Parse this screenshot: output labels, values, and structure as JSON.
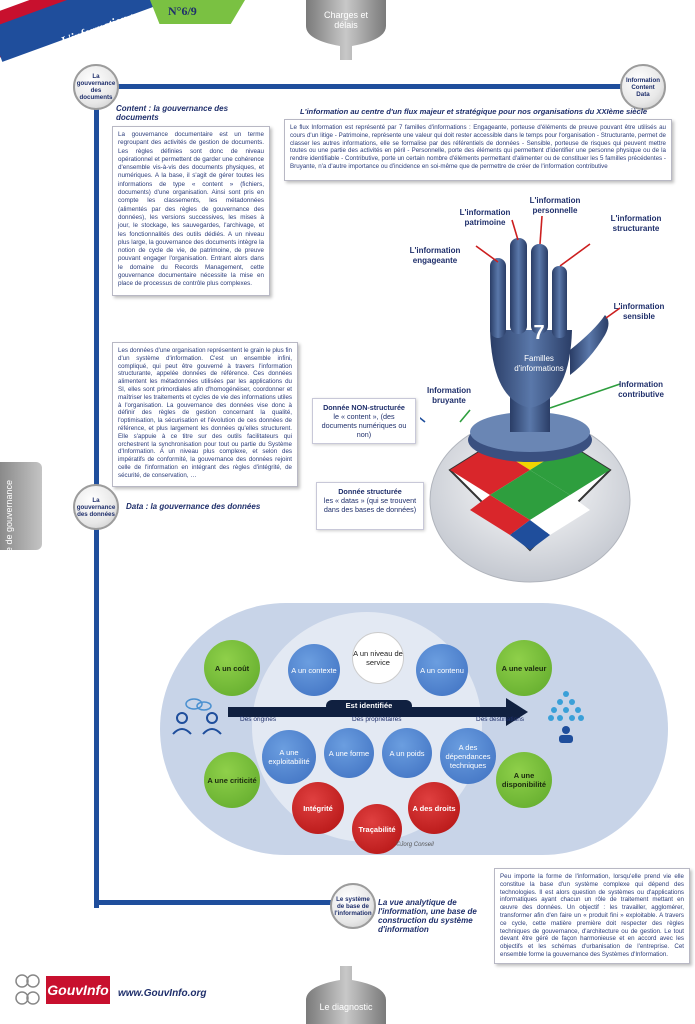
{
  "header": {
    "title_line1": "L'information :",
    "title_line2": "le « content » et les « datas »",
    "issue_number": "N°6/9"
  },
  "funnels": {
    "top_label": "Charges et délais",
    "bottom_label": "Le diagnostic"
  },
  "side_tab": {
    "label": "Modèle de gouvernance"
  },
  "nodes": {
    "docs": "La gouvernance des documents",
    "info_content": "Information Content Data",
    "donnees": "La gouvernance des données",
    "systeme": "Le système de base de l'information"
  },
  "sections": {
    "content_title": "Content : la gouvernance des documents",
    "content_text": "La gouvernance documentaire est un terme regroupant des activités de gestion de documents. Les règles définies sont donc de niveau opérationnel et permettent de garder une cohérence d'ensemble vis-à-vis des documents physiques, et numériques. A la base, il s'agit de gérer toutes les informations de type « content » (fichiers, documents) d'une organisation. Ainsi sont pris en compte les classements, les métadonnées (alimentés par des règles de gouvernance des données), les versions successives, les mises à jour, le stockage, les sauvegardes, l'archivage, et les fonctionnalités des outils dédiés. A un niveau plus large, la gouvernance des documents intègre la notion de cycle de vie, de patrimoine, de preuve pouvant engager l'organisation. Entrant alors dans le domaine du Records Management, cette gouvernance documentaire nécessite la mise en place de processus de contrôle plus complexes.",
    "flux_title": "L'information au centre d'un flux majeur et stratégique pour nos organisations du XXIème siècle",
    "flux_text": "Le flux Information est représenté par 7 familles d'informations : Engageante, porteuse d'éléments de preuve pouvant être utilisés au cours d'un litige - Patrimoine, représente une valeur qui doit rester accessible dans le temps pour l'organisation - Structurante, permet de classer les autres informations, elle se formalise par des référentiels de données - Sensible, porteuse de risques qui peuvent mettre toutes ou une partie des activités en péril - Personnelle, porte des éléments qui permettent d'identifier une personne physique ou de la rendre identifiable - Contributive, porte un certain nombre d'éléments permettant d'alimenter ou de constituer les 5 familles précédentes - Bruyante, n'a d'autre importance ou d'incidence en soi-même que de permettre de créer de l'information contributive",
    "data_text": "Les données d'une organisation représentent le grain le plus fin d'un système d'information. C'est un ensemble infini, compliqué, qui peut être gouverné à travers l'information structurante, appelée données de référence. Ces données alimentent les métadonnées utilisées par les applications du SI, elles sont primordiales afin d'homogénéiser, coordonner et maîtriser les traitements et cycles de vie des informations utiles à l'organisation. La gouvernance des données vise donc à définir des règles de gestion concernant la qualité, l'optimisation, la sécurisation et l'évolution de ces données de référence, et plus largement les données qu'elles structurent. Elle s'appuie à ce titre sur des outils facilitateurs qui orchestrent la synchronisation pour tout ou partie du Système d'Information. A un niveau plus complexe, et selon des impératifs de conformité, la gouvernance des données rejoint celle de l'information en intégrant des règles d'intégrité, de sécurité, de conservation, …",
    "data_title": "Data : la gouvernance des données",
    "systeme_title": "La vue analytique de l'information, une base de construction du système d'information",
    "systeme_text": "Peu importe la forme de l'information, lorsqu'elle prend vie elle constitue la base d'un système complexe qui dépend des technologies. Il est alors question de systèmes ou d'applications informatiques ayant chacun un rôle de traitement mettant en œuvre des données. Un objectif : les travailler, agglomérer, transformer afin d'en faire un « produit fini » exploitable. A travers ce cycle, cette matière première doit respecter des règles techniques de gouvernance, d'architecture ou de gestion. Le tout devant être géré de façon harmonieuse et en accord avec les objectifs et les schémas d'urbanisation de l'entreprise. Cet ensemble forme la gouvernance des Systèmes d'Information."
  },
  "families": {
    "engageante": "L'information engageante",
    "patrimoine": "L'information patrimoine",
    "personnelle": "L'information personnelle",
    "structurante": "L'information structurante",
    "sensible": "L'information sensible",
    "contributive": "Information contributive",
    "bruyante": "Information bruyante",
    "palm_number": "7",
    "palm_text": "Familles d'informations"
  },
  "callouts": {
    "non_structuree_title": "Donnée NON-structurée",
    "non_structuree_text": "le « content », (des documents numériques ou non)",
    "structuree_title": "Donnée structurée",
    "structuree_text": "les « datas » (qui se trouvent dans des bases de données)"
  },
  "diagram": {
    "outer": [
      "A un coût",
      "A une valeur",
      "A une criticité",
      "A une disponibilité"
    ],
    "niveau_service": "A un niveau de service",
    "contexte": "A un contexte",
    "contenu": "A un contenu",
    "exploitabilite": "A une exploitabilité",
    "forme": "A une forme",
    "poids": "A un poids",
    "dependances": "A des dépendances techniques",
    "integrite": "Intégrité",
    "droits": "A des droits",
    "tracabilite": "Traçabilité",
    "identifiee": "Est identifiée",
    "origines": "Des origines",
    "proprietaires": "Des propriétaires",
    "destinations": "Des destinations",
    "copyright": "©Jorg Conseil"
  },
  "footer": {
    "brand": "GouvInfo",
    "url": "www.GouvInfo.org"
  },
  "colors": {
    "navy": "#1f4e9c",
    "red": "#c8102e",
    "green": "#7ac142"
  }
}
